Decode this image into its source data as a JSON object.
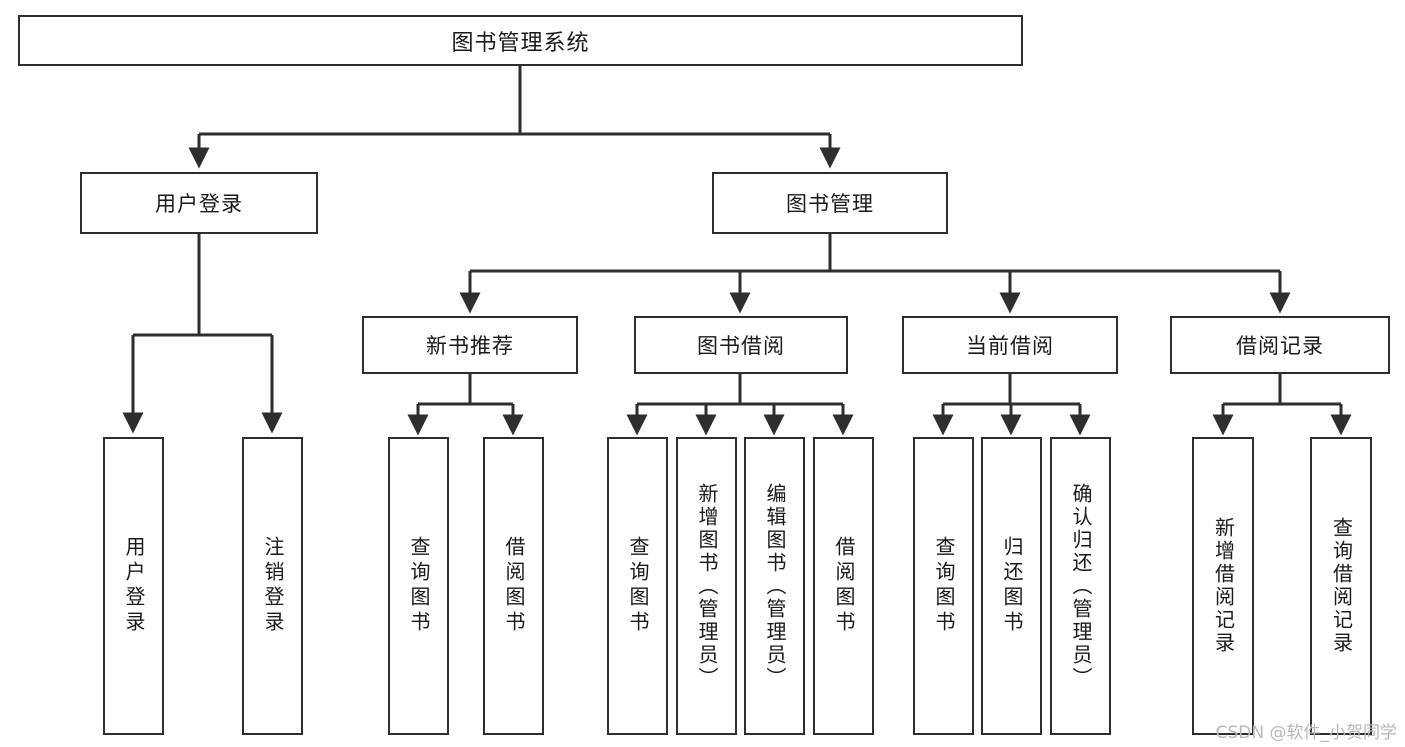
{
  "diagram": {
    "type": "tree-hierarchy",
    "title": "图书管理系统",
    "watermark": "CSDN @软件_小贺同学",
    "colors": {
      "stroke": "#2e2e2e",
      "fill": "#ffffff",
      "text": "#1a1a1a",
      "watermark": "#b8b8b8"
    },
    "nodes": {
      "root": {
        "label": "图书管理系统",
        "level": 0
      },
      "user_login": {
        "label": "用户登录",
        "level": 1
      },
      "book_manage": {
        "label": "图书管理",
        "level": 1
      },
      "new_book_rec": {
        "label": "新书推荐",
        "level": 2
      },
      "book_borrow": {
        "label": "图书借阅",
        "level": 2
      },
      "current_borrow": {
        "label": "当前借阅",
        "level": 2
      },
      "borrow_record": {
        "label": "借阅记录",
        "level": 2
      },
      "leaf_user_login": {
        "label": "用户登录",
        "level": 3
      },
      "leaf_logout": {
        "label": "注销登录",
        "level": 3
      },
      "leaf_query_book_1": {
        "label": "查询图书",
        "level": 3
      },
      "leaf_borrow_book_1": {
        "label": "借阅图书",
        "level": 3
      },
      "leaf_query_book_2": {
        "label": "查询图书",
        "level": 3
      },
      "leaf_add_book": {
        "label": "新增图书（管理员）",
        "level": 3
      },
      "leaf_edit_book": {
        "label": "编辑图书（管理员）",
        "level": 3
      },
      "leaf_borrow_book_2": {
        "label": "借阅图书",
        "level": 3
      },
      "leaf_query_book_3": {
        "label": "查询图书",
        "level": 3
      },
      "leaf_return_book": {
        "label": "归还图书",
        "level": 3
      },
      "leaf_confirm_return": {
        "label": "确认归还（管理员）",
        "level": 3
      },
      "leaf_add_record": {
        "label": "新增借阅记录",
        "level": 3
      },
      "leaf_query_record": {
        "label": "查询借阅记录",
        "level": 3
      }
    },
    "edges": [
      {
        "from": "root",
        "to": "user_login"
      },
      {
        "from": "root",
        "to": "book_manage"
      },
      {
        "from": "user_login",
        "to": "leaf_user_login"
      },
      {
        "from": "user_login",
        "to": "leaf_logout"
      },
      {
        "from": "book_manage",
        "to": "new_book_rec"
      },
      {
        "from": "book_manage",
        "to": "book_borrow"
      },
      {
        "from": "book_manage",
        "to": "current_borrow"
      },
      {
        "from": "book_manage",
        "to": "borrow_record"
      },
      {
        "from": "new_book_rec",
        "to": "leaf_query_book_1"
      },
      {
        "from": "new_book_rec",
        "to": "leaf_borrow_book_1"
      },
      {
        "from": "book_borrow",
        "to": "leaf_query_book_2"
      },
      {
        "from": "book_borrow",
        "to": "leaf_add_book"
      },
      {
        "from": "book_borrow",
        "to": "leaf_edit_book"
      },
      {
        "from": "book_borrow",
        "to": "leaf_borrow_book_2"
      },
      {
        "from": "current_borrow",
        "to": "leaf_query_book_3"
      },
      {
        "from": "current_borrow",
        "to": "leaf_return_book"
      },
      {
        "from": "current_borrow",
        "to": "leaf_confirm_return"
      },
      {
        "from": "borrow_record",
        "to": "leaf_add_record"
      },
      {
        "from": "borrow_record",
        "to": "leaf_query_record"
      }
    ]
  }
}
